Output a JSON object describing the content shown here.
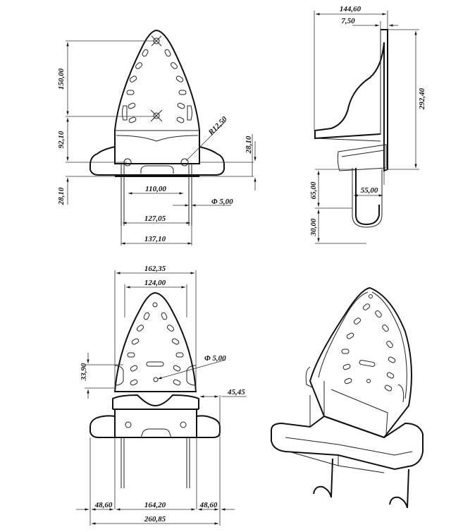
{
  "title": "Iron holder technical drawing",
  "front_view_top": {
    "dims": {
      "h_150": "150,00",
      "h_92": "92,10",
      "h_28_left": "28,10",
      "h_28_right": "28,10",
      "radius": "R12,50",
      "w_110": "110,00",
      "dia": "Φ 5,00",
      "w_127": "127,05",
      "w_137": "137,10"
    }
  },
  "side_view": {
    "dims": {
      "w_144": "144,60",
      "w_7": "7,50",
      "h_292": "292,40",
      "h_65": "65,00",
      "h_30": "30,00",
      "w_55": "55,00"
    }
  },
  "front_view_bottom": {
    "dims": {
      "w_162": "162,35",
      "w_124": "124,00",
      "h_33": "33,90",
      "dia": "Φ 5,00",
      "w_45": "45,45",
      "w_48_left": "48,60",
      "w_164": "164,20",
      "w_48_right": "48,60",
      "w_260": "260,85"
    }
  }
}
